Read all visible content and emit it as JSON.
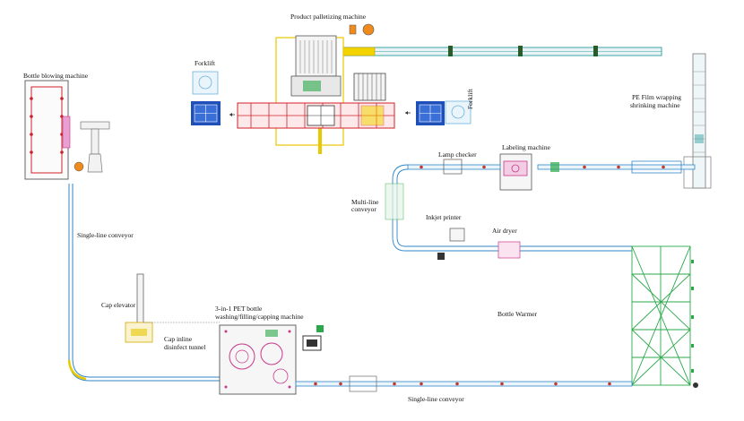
{
  "labels": {
    "product_palletizing_machine": "Product palletizing machine",
    "bottle_blowing_machine": "Bottle blowing machine",
    "forklift_left": "Forklift",
    "forklift_right": "Forklift",
    "pe_film_line1": "PE Film wrapping",
    "pe_film_line2": "shrinking machine",
    "lamp_checker": "Lamp checker",
    "labeling_machine": "Labeling machine",
    "multi_line_1": "Multi-line",
    "multi_line_2": "conveyor",
    "inkjet_printer": "Inkjet printer",
    "air_dryer": "Air dryer",
    "single_line_conveyor_left": "Single-line conveyor",
    "cap_elevator": "Cap elevator",
    "washing_line1": "3-in-1 PET bottle",
    "washing_line2": "washing/filling/capping machine",
    "cap_inline_1": "Cap inline",
    "cap_inline_2": "disinfect tunnel",
    "bottle_warmer": "Bottle Warmer",
    "single_line_conveyor_bottom": "Single-line conveyor"
  },
  "colors": {
    "conveyor_blue": "#2f86c8",
    "conveyor_teal": "#3aa6a6",
    "machine_gray": "#555555",
    "pallet_blue": "#1f4fb8",
    "frame_yellow": "#e8c800",
    "warmer_green": "#2aa84a",
    "accent_orange": "#f08a1c",
    "accent_magenta": "#c8388c",
    "frame_red": "#d0202a"
  }
}
